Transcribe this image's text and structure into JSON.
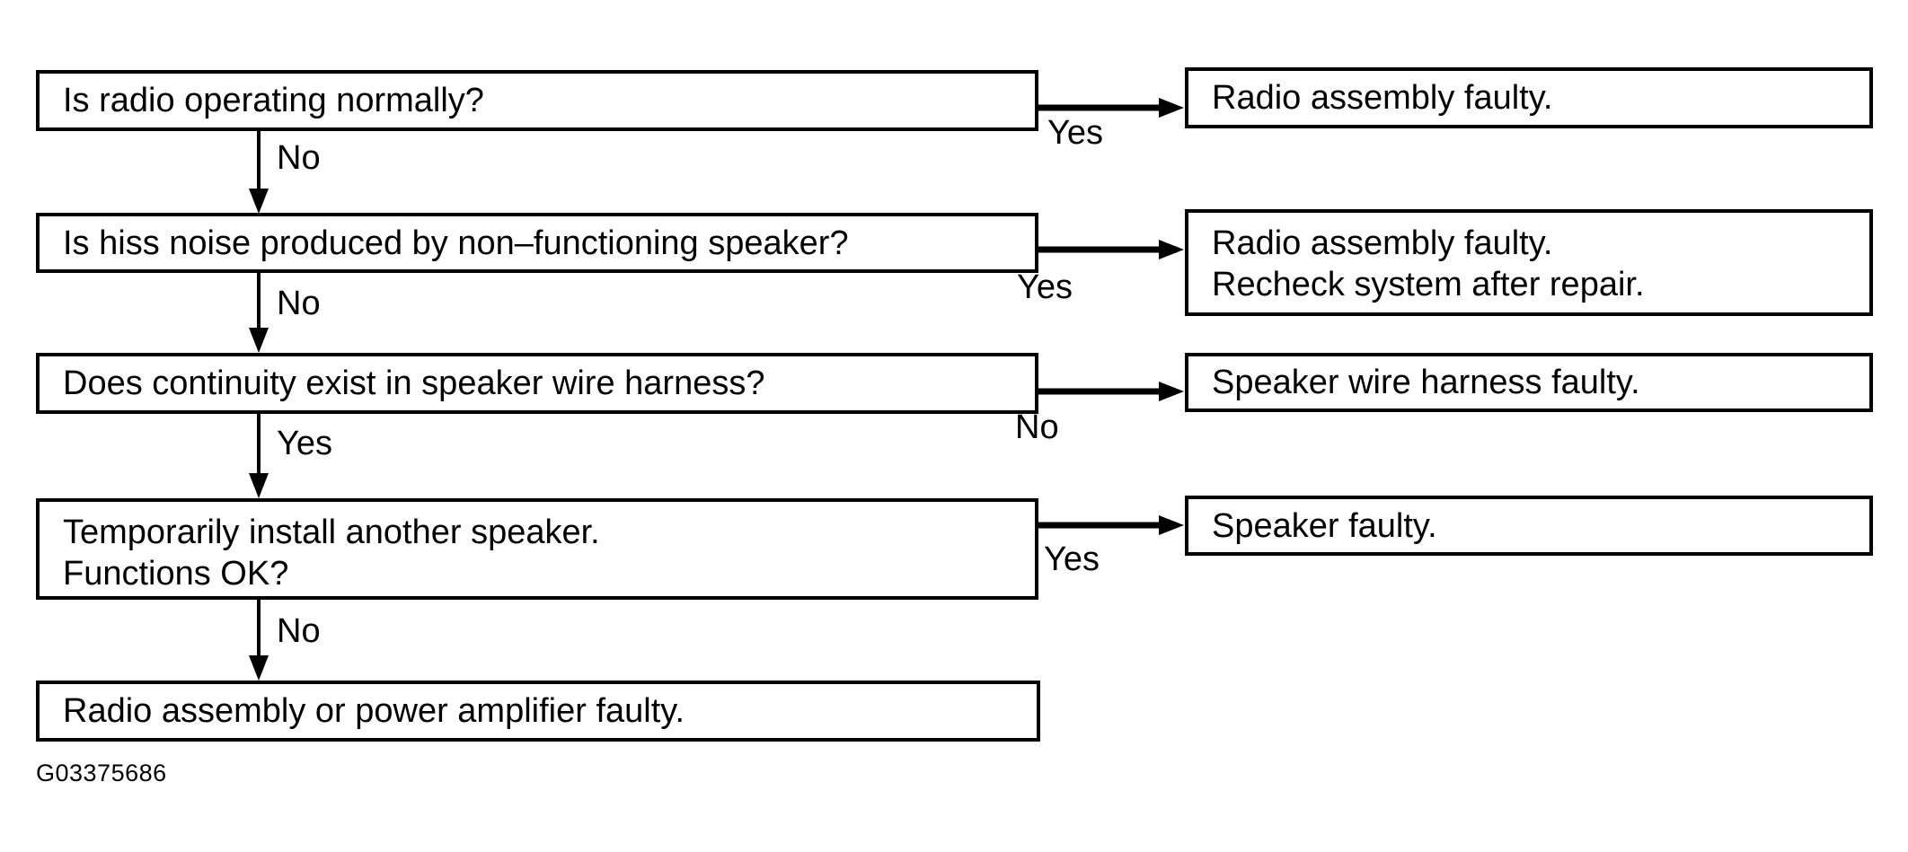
{
  "figure": {
    "caption": "G03375686",
    "colors": {
      "ink": "#000000",
      "paper": "#ffffff"
    }
  },
  "flow": {
    "rows": [
      {
        "question": {
          "lines": [
            "Is radio operating normally?"
          ]
        },
        "branch_label": "Yes",
        "result": {
          "lines": [
            "Radio assembly faulty."
          ]
        },
        "down_label": "No"
      },
      {
        "question": {
          "lines": [
            "Is hiss noise produced by non–functioning speaker?"
          ]
        },
        "branch_label": "Yes",
        "result": {
          "lines": [
            "Radio assembly faulty.",
            "Recheck system after repair."
          ]
        },
        "down_label": "No"
      },
      {
        "question": {
          "lines": [
            "Does continuity exist in speaker wire harness?"
          ]
        },
        "branch_label": "No",
        "result": {
          "lines": [
            "Speaker wire harness faulty."
          ]
        },
        "down_label": "Yes"
      },
      {
        "question": {
          "lines": [
            "Temporarily install another speaker.",
            "Functions OK?"
          ]
        },
        "branch_label": "Yes",
        "result": {
          "lines": [
            "Speaker faulty."
          ]
        },
        "down_label": "No"
      },
      {
        "conclusion": {
          "lines": [
            "Radio assembly or power amplifier faulty."
          ]
        }
      }
    ]
  }
}
